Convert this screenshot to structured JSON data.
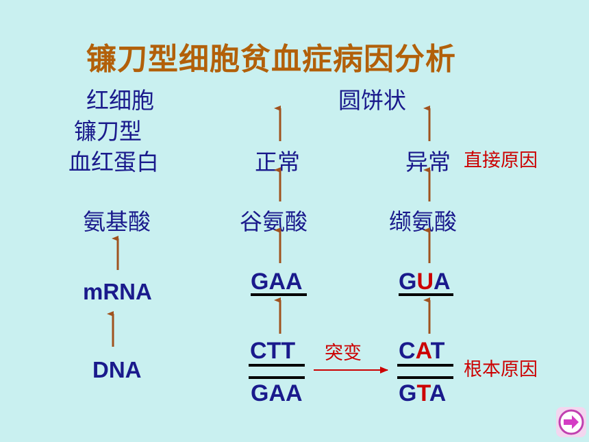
{
  "title": "镰刀型细胞贫血症病因分析",
  "left": {
    "cell_line1": "红细胞",
    "cell_line2": "镰刀型",
    "protein": "血红蛋白",
    "amino_acid": "氨基酸",
    "mrna": "mRNA",
    "dna": "DNA"
  },
  "normal": {
    "cell": "",
    "protein": "正常",
    "amino_acid": "谷氨酸",
    "codon": "GAA",
    "dna_top": "CTT",
    "dna_bottom": "GAA"
  },
  "abnormal": {
    "cell": "圆饼状",
    "protein": "异常",
    "amino_acid": "缬氨酸",
    "codon": [
      "G",
      "U",
      "A"
    ],
    "dna_top": [
      "C",
      "A",
      "T"
    ],
    "dna_bottom": [
      "G",
      "T",
      "A"
    ]
  },
  "labels": {
    "direct_cause": "直接原因",
    "root_cause": "根本原因",
    "mutation": "突变"
  },
  "colors": {
    "title": "#b2600a",
    "text": "#1a1a8c",
    "highlight": "#cc0000",
    "arrow": "#a0521e",
    "background": "#c9f0f0"
  },
  "nav": {
    "icon": "arrow-right-icon"
  }
}
